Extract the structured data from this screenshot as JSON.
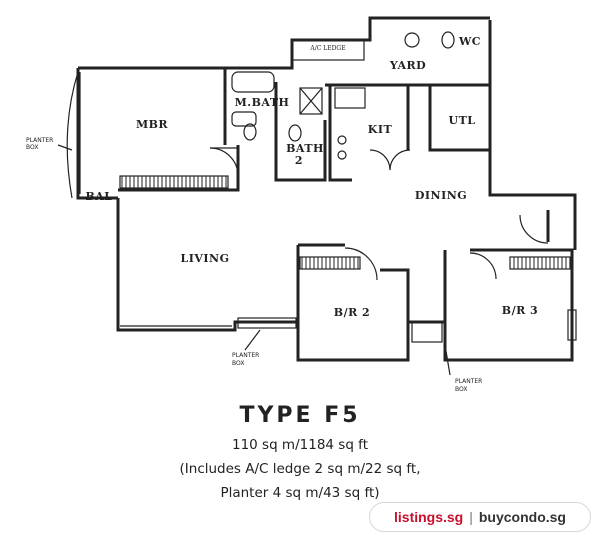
{
  "plan": {
    "rooms": {
      "mbr": "MBR",
      "m_bath": "M.BATH",
      "bath2_a": "BATH",
      "bath2_b": "2",
      "kit": "KIT",
      "yard": "YARD",
      "wc": "WC",
      "utl": "UTL",
      "dining": "DINING",
      "living": "LIVING",
      "br2": "B/R 2",
      "br3": "B/R 3",
      "bal": "BAL",
      "ac_ledge": "A/C LEDGE"
    },
    "planter_label_a": "PLANTER",
    "planter_label_b": "BOX"
  },
  "caption": {
    "title": "TYPE F5",
    "area": "110 sq m/1184 sq ft",
    "includes": "(Includes A/C ledge 2 sq m/22 sq ft,",
    "planter": "Planter 4 sq m/43 sq ft)"
  },
  "watermark": {
    "left": "listings.sg",
    "separator": "|",
    "right": "buycondo.sg"
  }
}
